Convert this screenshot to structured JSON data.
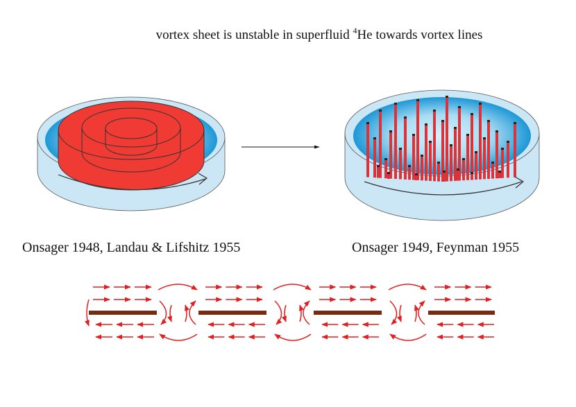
{
  "title": {
    "before": "vortex sheet is unstable in superfluid ",
    "superscript": "4",
    "after": "He towards vortex lines"
  },
  "captions": {
    "left": "Onsager 1948, Landau & Lifshitz 1955",
    "right": "Onsager 1949, Feynman 1955"
  },
  "colors": {
    "vessel_outer": "#cbe7f6",
    "vessel_inner_edge": "#2f9fd9",
    "vessel_inner_center": "#d7eef9",
    "sheet_red": "#ef3b33",
    "vortex_line": "#d9343a",
    "flow_arrow": "#e02020",
    "vortex_bar": "#7a2a10"
  }
}
